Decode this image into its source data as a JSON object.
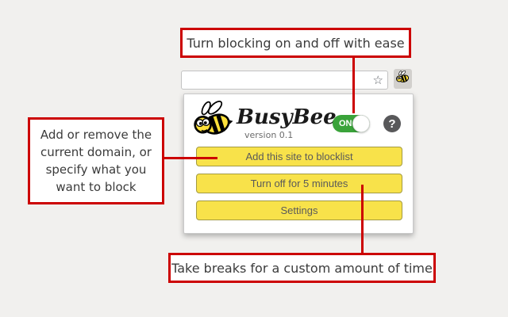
{
  "annotations": {
    "top": "Turn blocking on and off with ease",
    "left": "Add or remove the current domain, or specify what you want to block",
    "bottom": "Take breaks for a custom amount of time"
  },
  "toolbar": {
    "address_value": "",
    "address_placeholder": "",
    "star_icon": "☆",
    "extension_icon": "busybee-bee"
  },
  "popup": {
    "title": "BusyBee",
    "version": "version 0.1",
    "logo_icon": "busybee-bee",
    "toggle": {
      "state_label": "ON",
      "state": "on"
    },
    "help_label": "?",
    "buttons": [
      "Add this site to blocklist",
      "Turn off for 5 minutes",
      "Settings"
    ]
  },
  "colors": {
    "annotation_red": "#cc0000",
    "button_yellow": "#f8e24a",
    "toggle_green": "#3aa33a",
    "help_gray": "#58585a",
    "background": "#f1f0ee"
  }
}
